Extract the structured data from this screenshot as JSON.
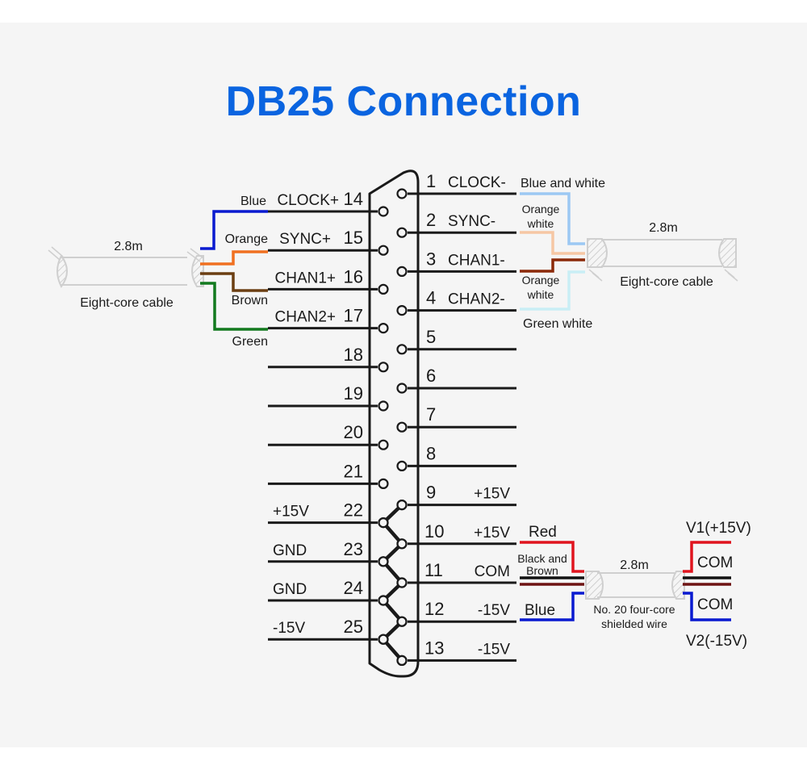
{
  "title": "DB25 Connection",
  "colors": {
    "title": "#0a64e0",
    "background_panel": "#f5f5f5",
    "line": "#1a1a1a",
    "cable_outline": "#cfcfcf",
    "blue": "#0a1ad0",
    "orange": "#f07020",
    "brown": "#6b3e12",
    "green": "#137a1f",
    "blue_white": "#9cc8f3",
    "orange_white": "#f6c7a4",
    "brown_dark": "#8b2a0a",
    "green_white": "#c9eef5",
    "red": "#e0141e",
    "black": "#111111",
    "dark_brown": "#6e1414"
  },
  "left_pins": [
    {
      "pin": "14",
      "signal": "CLOCK+",
      "wire": "Blue"
    },
    {
      "pin": "15",
      "signal": "SYNC+",
      "wire": "Orange"
    },
    {
      "pin": "16",
      "signal": "CHAN1+",
      "wire": "Brown"
    },
    {
      "pin": "17",
      "signal": "CHAN2+",
      "wire": "Green"
    },
    {
      "pin": "18",
      "signal": ""
    },
    {
      "pin": "19",
      "signal": ""
    },
    {
      "pin": "20",
      "signal": ""
    },
    {
      "pin": "21",
      "signal": ""
    },
    {
      "pin": "22",
      "signal": "+15V"
    },
    {
      "pin": "23",
      "signal": "GND"
    },
    {
      "pin": "24",
      "signal": "GND"
    },
    {
      "pin": "25",
      "signal": "-15V"
    }
  ],
  "right_pins": [
    {
      "pin": "1",
      "signal": "CLOCK-",
      "wire": "Blue and white"
    },
    {
      "pin": "2",
      "signal": "SYNC-",
      "wire": "Orange white"
    },
    {
      "pin": "3",
      "signal": "CHAN1-",
      "wire": "Orange white"
    },
    {
      "pin": "4",
      "signal": "CHAN2-",
      "wire": "Green white"
    },
    {
      "pin": "5",
      "signal": ""
    },
    {
      "pin": "6",
      "signal": ""
    },
    {
      "pin": "7",
      "signal": ""
    },
    {
      "pin": "8",
      "signal": ""
    },
    {
      "pin": "9",
      "signal": "+15V"
    },
    {
      "pin": "10",
      "signal": "+15V",
      "wire": "Red"
    },
    {
      "pin": "11",
      "signal": "COM",
      "wire": "Black and Brown"
    },
    {
      "pin": "12",
      "signal": "-15V",
      "wire": "Blue"
    },
    {
      "pin": "13",
      "signal": "-15V"
    }
  ],
  "left_cable": {
    "length": "2.8m",
    "label": "Eight-core cable"
  },
  "right_cable": {
    "length": "2.8m",
    "label": "Eight-core cable"
  },
  "power_cable": {
    "length": "2.8m",
    "label_line1": "No. 20 four-core",
    "label_line2": "shielded wire",
    "wire_black_brown_line1": "Black and",
    "wire_black_brown_line2": "Brown"
  },
  "right_wire_labels": {
    "orange_white_top_line1": "Orange",
    "orange_white_top_line2": "white",
    "orange_white_bottom_line1": "Orange",
    "orange_white_bottom_line2": "white"
  },
  "power_outputs": {
    "v1": "V1(+15V)",
    "com_top": "COM",
    "com_bottom": "COM",
    "v2": "V2(-15V)"
  }
}
